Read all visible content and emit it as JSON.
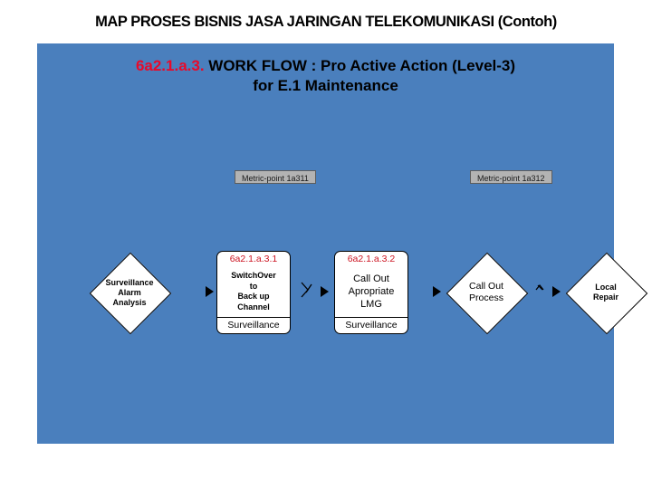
{
  "page": {
    "title": "MAP PROSES BISNIS JASA JARINGAN TELEKOMUNIKASI (Contoh)",
    "panel_color": "#4a7fbd",
    "code_color": "#cc1421"
  },
  "slide": {
    "subtitle_code": "6a2.1.a.3.",
    "subtitle_line1": " WORK FLOW : Pro Active Action (Level-3)",
    "subtitle_line2": "for E.1 Maintenance"
  },
  "metric_points": [
    {
      "label": "Metric-point 1a311"
    },
    {
      "label": "Metric-point 1a312"
    }
  ],
  "flow": {
    "nodes": [
      {
        "kind": "decision",
        "name": "surveillance-alarm-analysis",
        "label": "Surveillance\nAlarm\nAnalysis"
      },
      {
        "kind": "process",
        "name": "switchover-to-backup-channel",
        "code": "6a2.1.a.3.1",
        "label": "SwitchOver\nto\nBack up\nChannel",
        "footer": "Surveillance"
      },
      {
        "kind": "process",
        "name": "call-out-apropriate-lmg",
        "code": "6a2.1.a.3.2",
        "label": "Call Out\nApropriate\nLMG",
        "footer": "Surveillance"
      },
      {
        "kind": "decision",
        "name": "call-out-process",
        "label": "Call Out\nProcess"
      },
      {
        "kind": "decision",
        "name": "local-repair",
        "label": "Local\nRepair"
      }
    ]
  }
}
